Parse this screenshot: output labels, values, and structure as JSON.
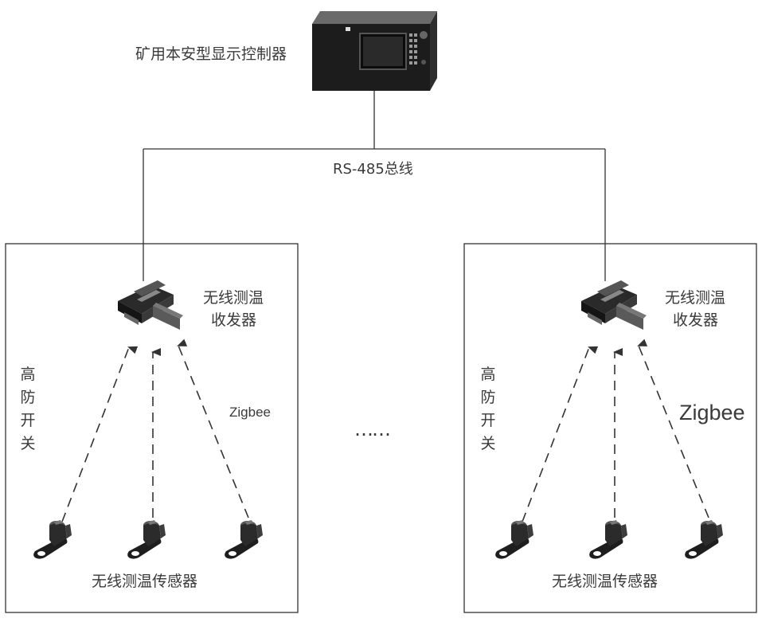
{
  "controller": {
    "label": "矿用本安型显示控制器"
  },
  "bus": {
    "label": "RS-485总线"
  },
  "groups": [
    {
      "transceiver_label_line1": "无线测温",
      "transceiver_label_line2": "收发器",
      "switch_label": "高防开关",
      "protocol_label": "Zigbee",
      "sensors_label": "无线测温传感器"
    },
    {
      "transceiver_label_line1": "无线测温",
      "transceiver_label_line2": "收发器",
      "switch_label": "高防开关",
      "protocol_label": "Zigbee",
      "sensors_label": "无线测温传感器"
    }
  ],
  "ellipsis": "……"
}
